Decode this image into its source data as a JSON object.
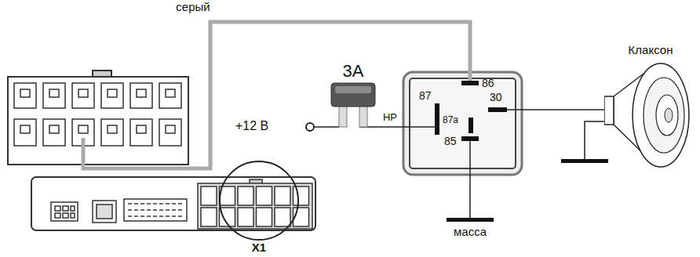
{
  "diagram": {
    "nodes": [
      {
        "text": [
          "3A"
        ]
      },
      {
        "text": [
          "86",
          "87",
          "87a",
          "30",
          "85"
        ]
      },
      {
        "text": [
          "Клаксон"
        ]
      }
    ],
    "edges": [
      {
        "from": 0,
        "to": 1,
        "arrow": "none",
        "label": "НР"
      },
      {
        "from": 1,
        "to": 2,
        "arrow": "none"
      }
    ],
    "labels": [
      "серый",
      "+12 В",
      "масса",
      "X1"
    ]
  }
}
